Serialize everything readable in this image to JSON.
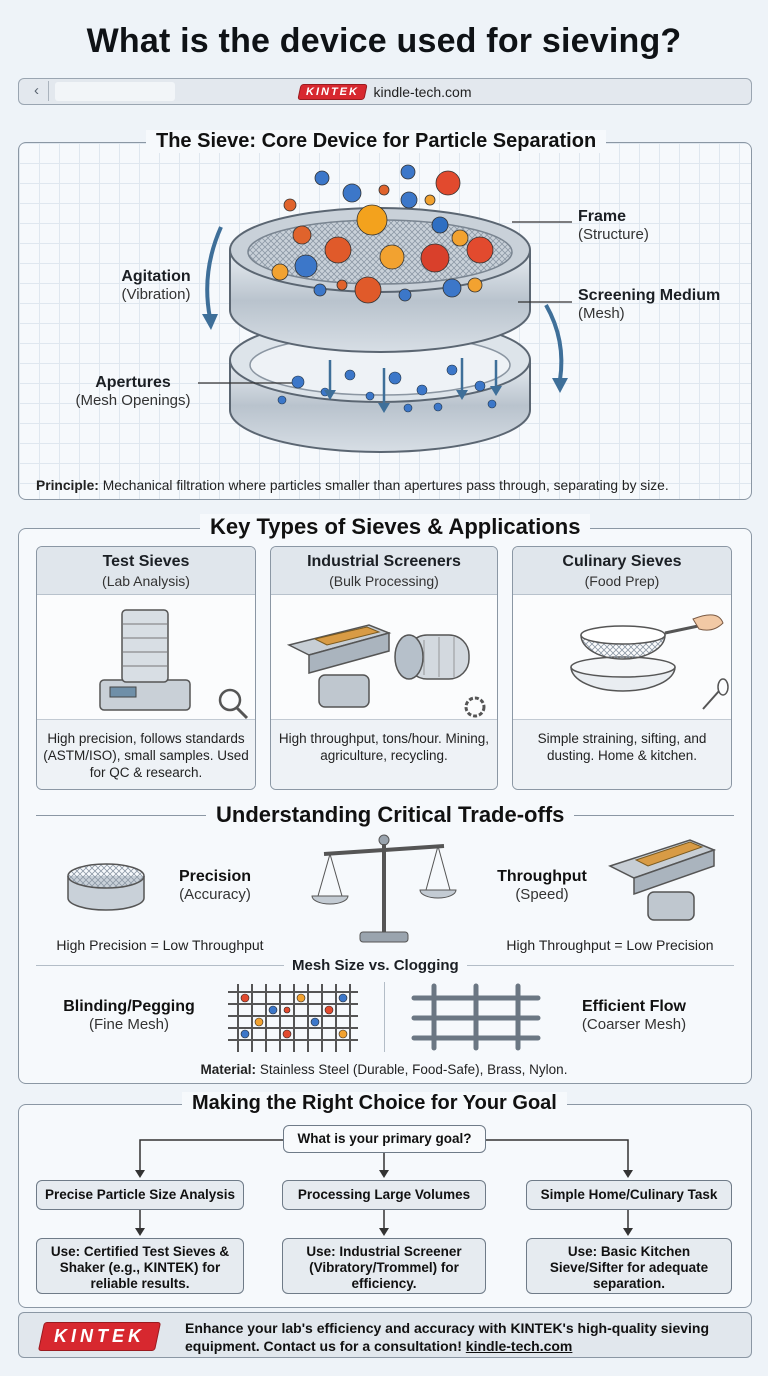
{
  "title": "What is the device used for sieving?",
  "browser": {
    "brand": "KINTEK",
    "url": "kindle-tech.com",
    "back_icon": "chevron-left-icon"
  },
  "section1": {
    "title": "The Sieve: Core Device for Particle Separation",
    "labels": {
      "frame": "Frame",
      "frame_sub": "(Structure)",
      "agitation": "Agitation",
      "agitation_sub": "(Vibration)",
      "medium": "Screening Medium",
      "medium_sub": "(Mesh)",
      "apertures": "Apertures",
      "apertures_sub": "(Mesh Openings)"
    },
    "principle_label": "Principle:",
    "principle_text": " Mechanical filtration where particles smaller than apertures pass through, separating by size."
  },
  "section2": {
    "title": "Key Types of Sieves & Applications",
    "cards": [
      {
        "title": "Test Sieves",
        "subtitle": "(Lab Analysis)",
        "desc": "High precision, follows standards (ASTM/ISO), small samples. Used for QC & research."
      },
      {
        "title": "Industrial Screeners",
        "subtitle": "(Bulk Processing)",
        "desc": "High throughput, tons/hour. Mining, agriculture, recycling."
      },
      {
        "title": "Culinary Sieves",
        "subtitle": "(Food Prep)",
        "desc": "Simple straining, sifting, and dusting. Home & kitchen."
      }
    ]
  },
  "section3": {
    "title": "Understanding Critical Trade-offs",
    "precision": "Precision",
    "precision_sub": "(Accuracy)",
    "throughput": "Throughput",
    "throughput_sub": "(Speed)",
    "precision_note": "High Precision = Low Throughput",
    "throughput_note": "High Throughput = Low Precision",
    "mesh_title": "Mesh Size vs. Clogging",
    "blinding": "Blinding/Pegging",
    "blinding_sub": "(Fine Mesh)",
    "flow": "Efficient Flow",
    "flow_sub": "(Coarser Mesh)",
    "material_label": "Material:",
    "material_text": " Stainless Steel (Durable, Food-Safe), Brass, Nylon."
  },
  "section4": {
    "title": "Making the Right Choice for Your Goal",
    "question": "What is your primary goal?",
    "goals": [
      "Precise Particle Size Analysis",
      "Processing Large Volumes",
      "Simple Home/Culinary Task"
    ],
    "uses": [
      "Use: Certified Test Sieves & Shaker (e.g., KINTEK) for reliable results.",
      "Use: Industrial Screener (Vibratory/Trommel) for efficiency.",
      "Use: Basic Kitchen Sieve/Sifter for adequate separation."
    ]
  },
  "footer": {
    "brand": "KINTEK",
    "text": "Enhance your lab's efficiency and accuracy with KINTEK's high-quality sieving equipment. Contact us for a consultation! ",
    "link": "kindle-tech.com"
  },
  "colors": {
    "accent": "#d7282f",
    "arrow": "#3e6f99",
    "panel": "#f6f9fc"
  }
}
